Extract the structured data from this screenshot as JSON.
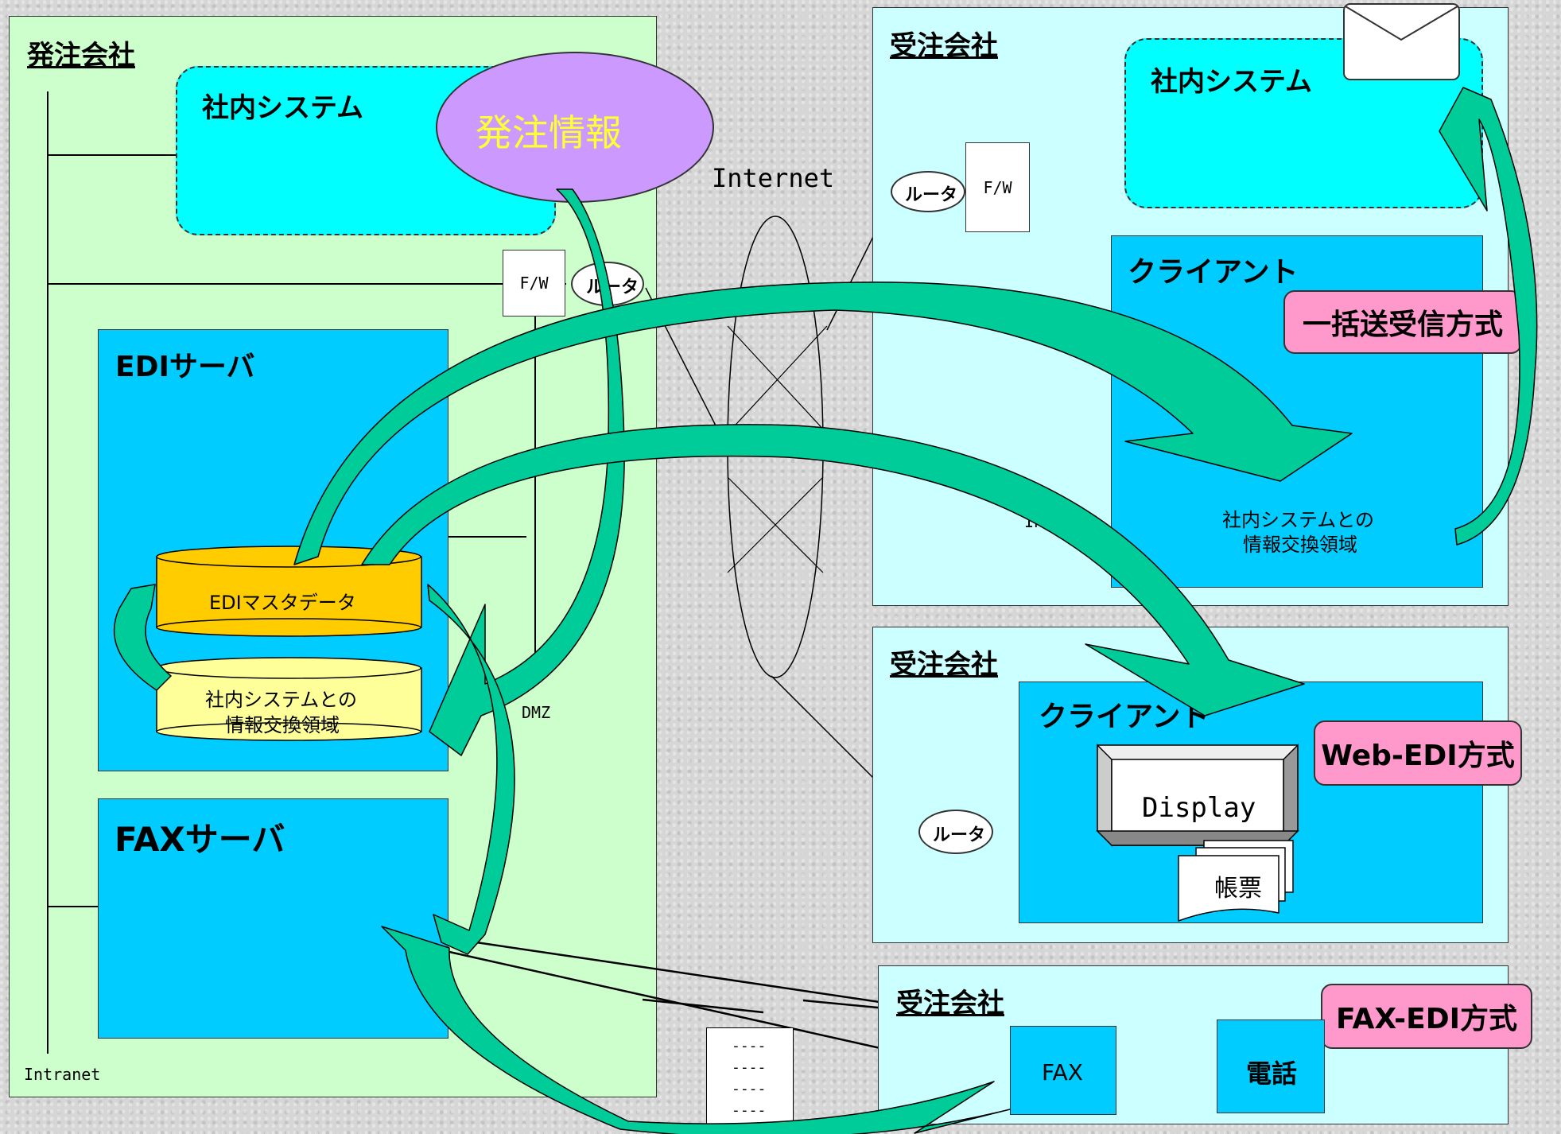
{
  "orderer": {
    "title": "発注会社",
    "internal_system": "社内システム",
    "order_info": "発注情報",
    "fw": "F/W",
    "router": "ルータ",
    "edi_server": "EDIサーバ",
    "edi_master": "EDIマスタデータ",
    "exchange_area_line1": "社内システムとの",
    "exchange_area_line2": "情報交換領域",
    "fax_server": "FAXサーバ",
    "dmz": "DMZ",
    "intranet": "Intranet"
  },
  "internet": "Internet",
  "receiver_batch": {
    "title": "受注会社",
    "internal_system": "社内システム",
    "router": "ルータ",
    "fw": "F/W",
    "client": "クライアント",
    "method": "一括送受信方式",
    "exchange_area_line1": "社内システムとの",
    "exchange_area_line2": "情報交換領域",
    "intranet": "Intranet"
  },
  "receiver_web": {
    "title": "受注会社",
    "client": "クライアント",
    "method": "Web-EDI方式",
    "router": "ルータ",
    "display": "Display",
    "form": "帳票"
  },
  "receiver_fax": {
    "title": "受注会社",
    "method": "FAX-EDI方式",
    "fax": "FAX",
    "phone": "電話"
  },
  "document_lines": "----",
  "colors": {
    "orderer_bg": "#ccffcc",
    "receiver_bg": "#ccffff",
    "server_box": "#00ccff",
    "internal_system": "#00ffff",
    "order_info_ellipse": "#cc99ff",
    "method_pill": "#ff99cc",
    "edi_master": "#ffcc00",
    "exchange_area": "#ffff99",
    "arrow": "#00cc99"
  }
}
